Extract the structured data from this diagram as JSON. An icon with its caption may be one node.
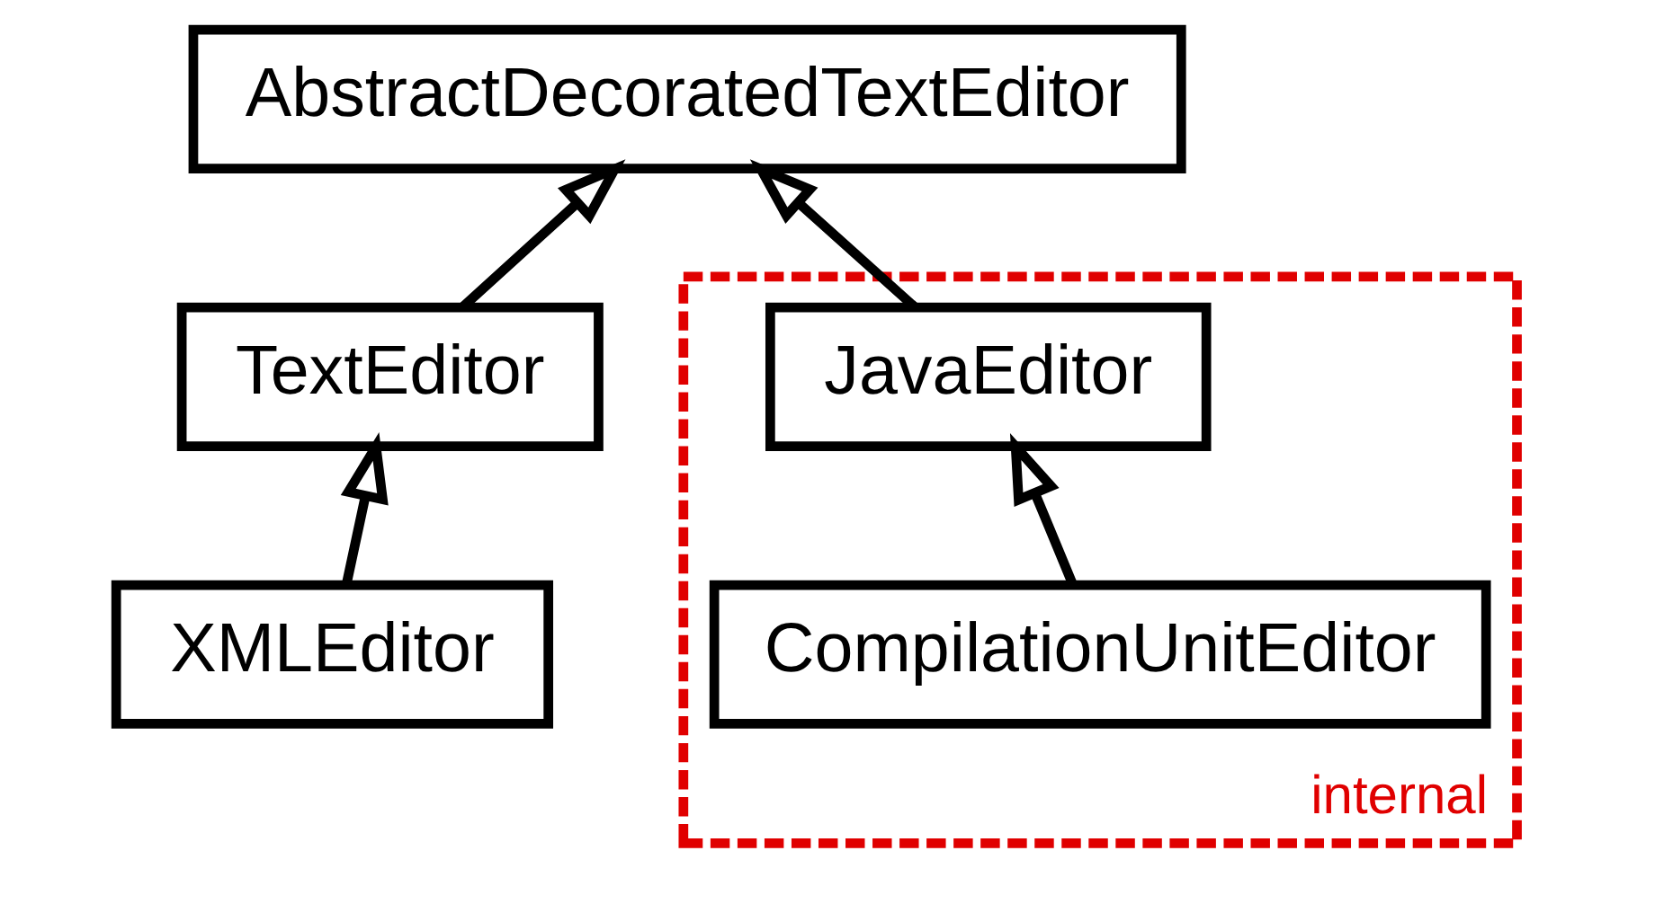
{
  "diagram": {
    "nodes": [
      {
        "text": [
          "AbstractDecoratedTextEditor"
        ]
      },
      {
        "text": [
          "TextEditor"
        ]
      },
      {
        "text": [
          "internal"
        ]
      },
      {
        "text": [
          "JavaEditor"
        ],
        "in": 2
      },
      {
        "text": [
          "XMLEditor"
        ]
      },
      {
        "text": [
          "CompilationUnitEditor"
        ],
        "in": 2
      }
    ],
    "edges": [
      {
        "from": 1,
        "to": 0,
        "arrow": "to"
      },
      {
        "from": 3,
        "to": 0,
        "arrow": "to"
      },
      {
        "from": 4,
        "to": 1,
        "arrow": "to"
      },
      {
        "from": 5,
        "to": 3,
        "arrow": "to"
      }
    ]
  }
}
